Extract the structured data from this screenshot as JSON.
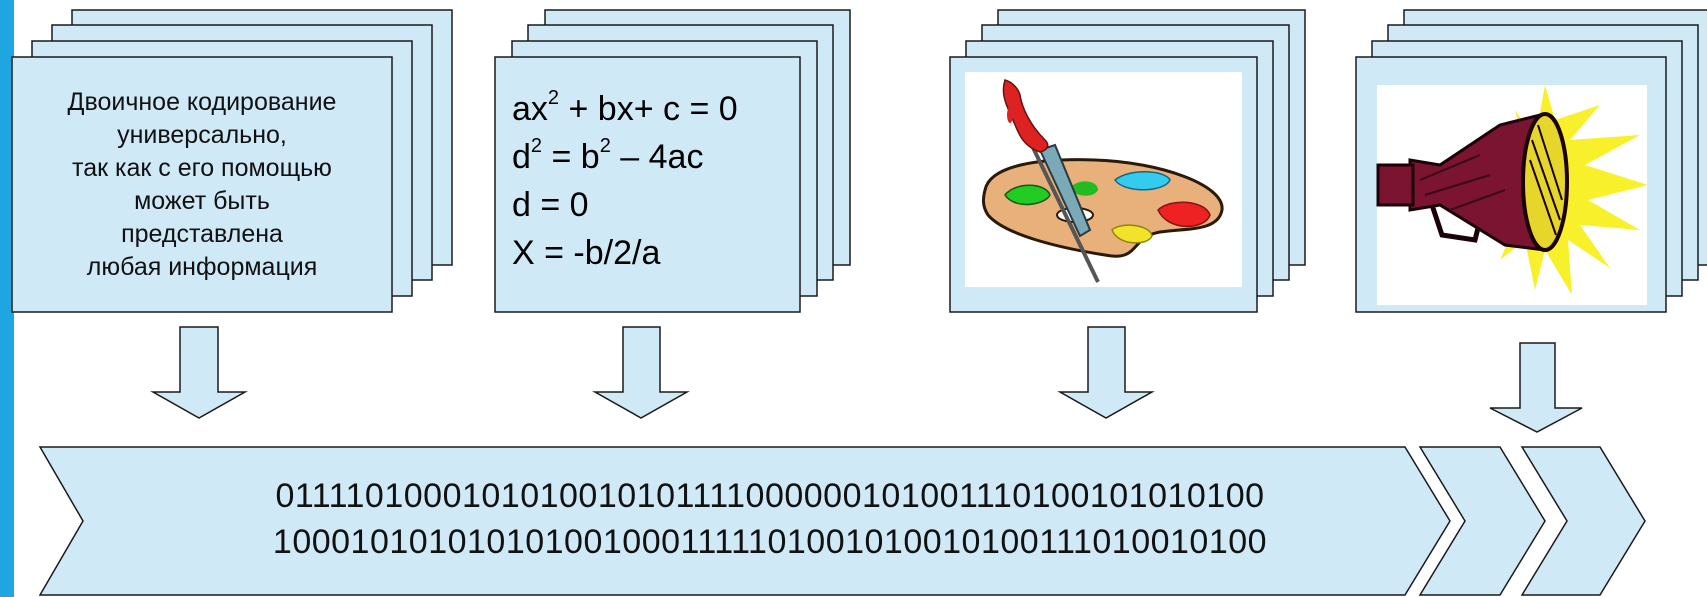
{
  "colors": {
    "card_fill": "#cfe9f7",
    "card_stroke": "#1a1a1a",
    "accent_bar": "#1ea6e0",
    "arrow_fill": "#cfe9f7"
  },
  "cards": {
    "text_card": {
      "lines": [
        "Двоичное кодирование",
        "универсально,",
        "так как с его помощью",
        "может быть",
        "представлена",
        "любая информация"
      ]
    },
    "formula_card": {
      "line1": {
        "a": "ax",
        "sup": "2",
        "b": " + bx+ c = 0"
      },
      "line2": {
        "a": "d",
        "sup1": "2",
        "b": " = b",
        "sup2": "2",
        "c": " – 4ac"
      },
      "line3": "d = 0",
      "line4": "X = -b/2/a"
    },
    "image_card": {
      "icon": "palette-icon"
    },
    "sound_card": {
      "icon": "megaphone-icon"
    }
  },
  "binary": {
    "line1": "0111101000101010010101111000000101001110100101010100",
    "line2": "1000101010101010010001111101001010010100111010010100"
  }
}
